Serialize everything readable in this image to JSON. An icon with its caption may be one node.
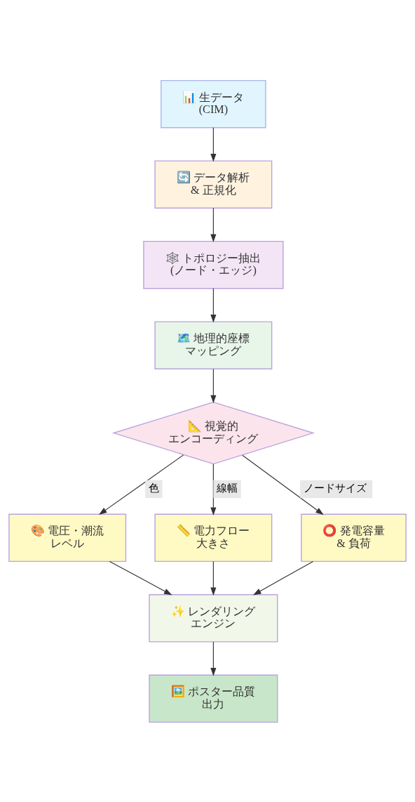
{
  "diagram": {
    "nodes": [
      {
        "text": [
          "📊 生データ",
          "(CIM)"
        ]
      },
      {
        "text": [
          "🔄 データ解析",
          "& 正規化"
        ]
      },
      {
        "text": [
          "🕸️ トポロジー抽出",
          "(ノード・エッジ)"
        ]
      },
      {
        "text": [
          "🗺️ 地理的座標",
          "マッピング"
        ]
      },
      {
        "text": [
          "📐 視覚的",
          "エンコーディング"
        ]
      },
      {
        "text": [
          "🎨 電圧・潮流",
          "レベル"
        ]
      },
      {
        "text": [
          "📏 電力フロー",
          "大きさ"
        ]
      },
      {
        "text": [
          "⭕ 発電容量",
          "& 負荷"
        ]
      },
      {
        "text": [
          "✨ レンダリング",
          "エンジン"
        ]
      },
      {
        "text": [
          "🖼️ ポスター品質",
          "出力"
        ]
      }
    ],
    "edges": [
      {
        "from": 0,
        "to": 1,
        "arrow": "to"
      },
      {
        "from": 1,
        "to": 2,
        "arrow": "to"
      },
      {
        "from": 2,
        "to": 3,
        "arrow": "to"
      },
      {
        "from": 3,
        "to": 4,
        "arrow": "to"
      },
      {
        "from": 4,
        "to": 5,
        "arrow": "to",
        "label": "色"
      },
      {
        "from": 4,
        "to": 6,
        "arrow": "to",
        "label": "線幅"
      },
      {
        "from": 4,
        "to": 7,
        "arrow": "to",
        "label": "ノードサイズ"
      },
      {
        "from": 5,
        "to": 8,
        "arrow": "to"
      },
      {
        "from": 6,
        "to": 8,
        "arrow": "to"
      },
      {
        "from": 7,
        "to": 8,
        "arrow": "to"
      },
      {
        "from": 8,
        "to": 9,
        "arrow": "to"
      }
    ]
  }
}
